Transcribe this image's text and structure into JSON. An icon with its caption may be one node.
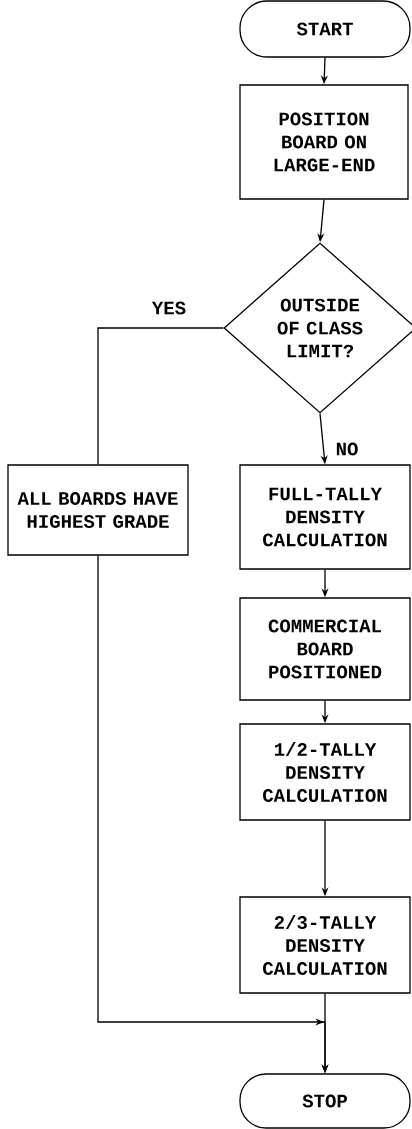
{
  "diagram": {
    "nodes": [
      {
        "text": [
          "START"
        ]
      },
      {
        "text": [
          "POSITION BOARD ON LARGE-END"
        ]
      },
      {
        "text": [
          "OUTSIDE OF CLASS LIMIT?"
        ]
      },
      {
        "text": [
          "ALL BOARDS HAVE HIGHEST GRADE"
        ]
      },
      {
        "text": [
          "FULL-TALLY DENSITY CALCULATION"
        ]
      },
      {
        "text": [
          "COMMERCIAL BOARD POSITIONED"
        ]
      },
      {
        "text": [
          "1/2-TALLY DENSITY CALCULATION"
        ]
      },
      {
        "text": [
          "2/3-TALLY DENSITY CALCULATION"
        ]
      },
      {
        "text": [
          "STOP"
        ]
      }
    ],
    "edges": [
      {
        "from": 0,
        "to": 1,
        "arrow": "to"
      },
      {
        "from": 1,
        "to": 2,
        "arrow": "to"
      },
      {
        "from": 2,
        "to": 3,
        "arrow": "none",
        "label": "YES"
      },
      {
        "from": 2,
        "to": 4,
        "arrow": "to",
        "label": "NO"
      },
      {
        "from": 4,
        "to": 5,
        "arrow": "to"
      },
      {
        "from": 5,
        "to": 6,
        "arrow": "to"
      },
      {
        "from": 6,
        "to": 7,
        "arrow": "to"
      },
      {
        "from": 3,
        "to": 8,
        "arrow": "to"
      },
      {
        "from": 7,
        "to": 8,
        "arrow": "to"
      }
    ]
  }
}
